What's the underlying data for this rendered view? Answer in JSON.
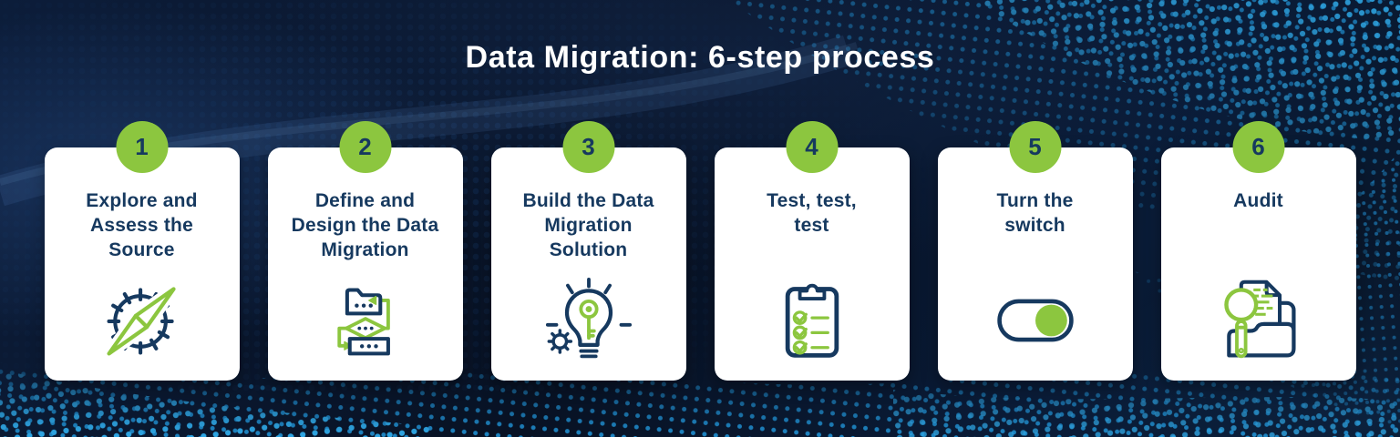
{
  "header": {
    "title": "Data Migration: 6-step process"
  },
  "colors": {
    "background_navy": "#0A1A33",
    "card_white": "#FFFFFF",
    "step_green": "#8CC63F",
    "text_navy": "#16395F",
    "dot_cyan_bright": "#2FA8E6",
    "dot_cyan_medium": "#1E86C4",
    "dot_cyan_dim": "#1B6FA6"
  },
  "steps": [
    {
      "number": "1",
      "label": "Explore and\nAssess the\nSource",
      "icon": "compass-icon"
    },
    {
      "number": "2",
      "label": "Define and\nDesign the Data\nMigration",
      "icon": "data-flow-icon"
    },
    {
      "number": "3",
      "label": "Build the Data\nMigration\nSolution",
      "icon": "lightbulb-key-icon"
    },
    {
      "number": "4",
      "label": "Test, test,\ntest",
      "icon": "checklist-icon"
    },
    {
      "number": "5",
      "label": "Turn the\nswitch",
      "icon": "toggle-switch-icon"
    },
    {
      "number": "6",
      "label": "Audit",
      "icon": "audit-magnifier-icon"
    }
  ]
}
